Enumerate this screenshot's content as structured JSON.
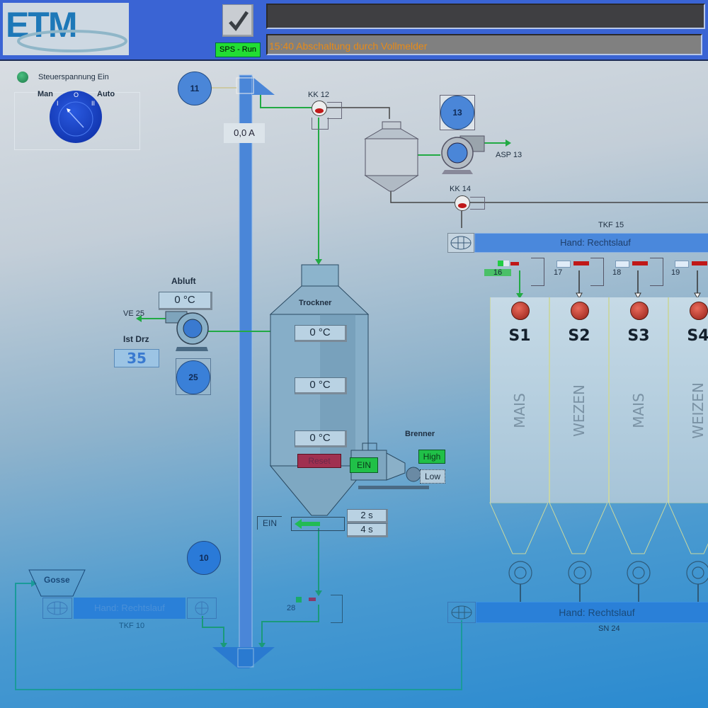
{
  "header": {
    "logo_text": "ETM",
    "ack_button_icon": "checkmark-icon",
    "plc_status": "SPS - Run",
    "plc_status_color": "#22dd33",
    "message_line_1": "",
    "message_line_2": "15:40 Abschaltung durch Vollmelder",
    "message_color": "#e88a16"
  },
  "control": {
    "power_label": "Steuerspannung Ein",
    "power_led_color": "#1e9a5a",
    "mode_man": "Man",
    "mode_auto": "Auto",
    "pos_i": "I",
    "pos_o": "O",
    "pos_ii": "II"
  },
  "elevator": {
    "motor_11": "11",
    "current": "0,0 A",
    "motor_10": "10"
  },
  "valves": {
    "kk12": "KK 12",
    "kk14": "KK 14"
  },
  "aspiration": {
    "motor_13": "13",
    "label": "ASP 13",
    "flow_color": "#22aa44"
  },
  "conveyor_tkf15": {
    "label": "TKF 15",
    "status": "Hand: Rechtslauf"
  },
  "slides": [
    {
      "num": "16",
      "active": true
    },
    {
      "num": "17",
      "active": false
    },
    {
      "num": "18",
      "active": false
    },
    {
      "num": "19",
      "active": false
    }
  ],
  "silos": [
    {
      "name": "S1",
      "product": "MAIS"
    },
    {
      "name": "S2",
      "product": "WEZEN"
    },
    {
      "name": "S3",
      "product": "MAIS"
    },
    {
      "name": "S4",
      "product": "WEIZEN"
    }
  ],
  "exhaust": {
    "title": "Abluft",
    "temp": "0 °C",
    "fan_label": "VE 25",
    "speed_label": "Ist Drz",
    "speed_value": "35",
    "motor_25": "25"
  },
  "dryer": {
    "title": "Trockner",
    "temp_top": "0 °C",
    "temp_mid": "0 °C",
    "temp_bottom": "0 °C",
    "reset_label": "Reset",
    "discharge_state": "EIN",
    "time_on": "2 s",
    "time_off": "4 s"
  },
  "burner": {
    "title": "Brenner",
    "state": "EIN",
    "high": "High",
    "low": "Low"
  },
  "slide_28": "28",
  "intake": {
    "hopper_label": "Gosse",
    "conveyor_status": "Hand: Rechtslauf",
    "conveyor_label": "TKF 10"
  },
  "conveyor_sn24": {
    "status": "Hand: Rechtslauf",
    "label": "SN 24"
  }
}
